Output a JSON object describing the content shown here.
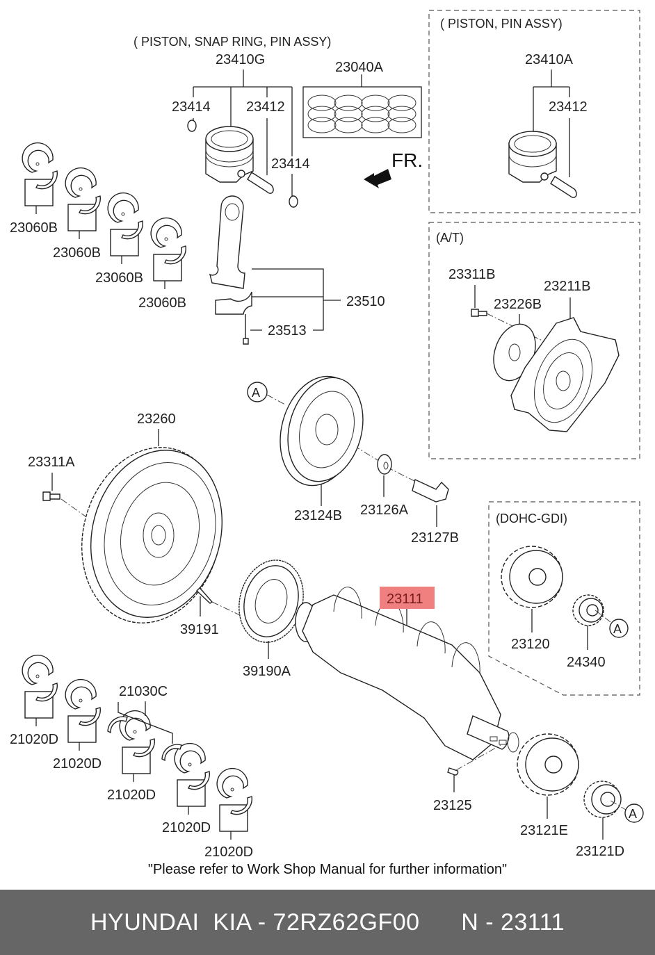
{
  "diagram": {
    "title_piston_snap_ring_pin": "( PISTON, SNAP RING, PIN ASSY)",
    "title_piston_pin": "( PISTON, PIN ASSY)",
    "title_at": "(A/T)",
    "title_dohc_gdi": "(DOHC-GDI)",
    "front_indicator": "FR.",
    "ref_marker": "A",
    "highlight_color": "#f08080",
    "highlighted_part": "23111",
    "parts": {
      "p23410G": "23410G",
      "p23040A": "23040A",
      "p23414a": "23414",
      "p23412a": "23412",
      "p23414b": "23414",
      "p23410A": "23410A",
      "p23412b": "23412",
      "p23060B_1": "23060B",
      "p23060B_2": "23060B",
      "p23060B_3": "23060B",
      "p23060B_4": "23060B",
      "p23510": "23510",
      "p23513": "23513",
      "p23311B": "23311B",
      "p23226B": "23226B",
      "p23211B": "23211B",
      "p23260": "23260",
      "p23311A": "23311A",
      "p23124B": "23124B",
      "p23126A": "23126A",
      "p23127B": "23127B",
      "p39191": "39191",
      "p39190A": "39190A",
      "p23111": "23111",
      "p23120": "23120",
      "p24340": "24340",
      "p21030C": "21030C",
      "p21020D_1": "21020D",
      "p21020D_2": "21020D",
      "p21020D_3": "21020D",
      "p21020D_4": "21020D",
      "p21020D_5": "21020D",
      "p23125": "23125",
      "p23121E": "23121E",
      "p23121D": "23121D"
    }
  },
  "note": "\"Please refer to Work Shop Manual for further information\"",
  "footer": {
    "brand": "HYUNDAI  KIA - 72RZ62GF00",
    "part_ref": "N - 23111"
  }
}
